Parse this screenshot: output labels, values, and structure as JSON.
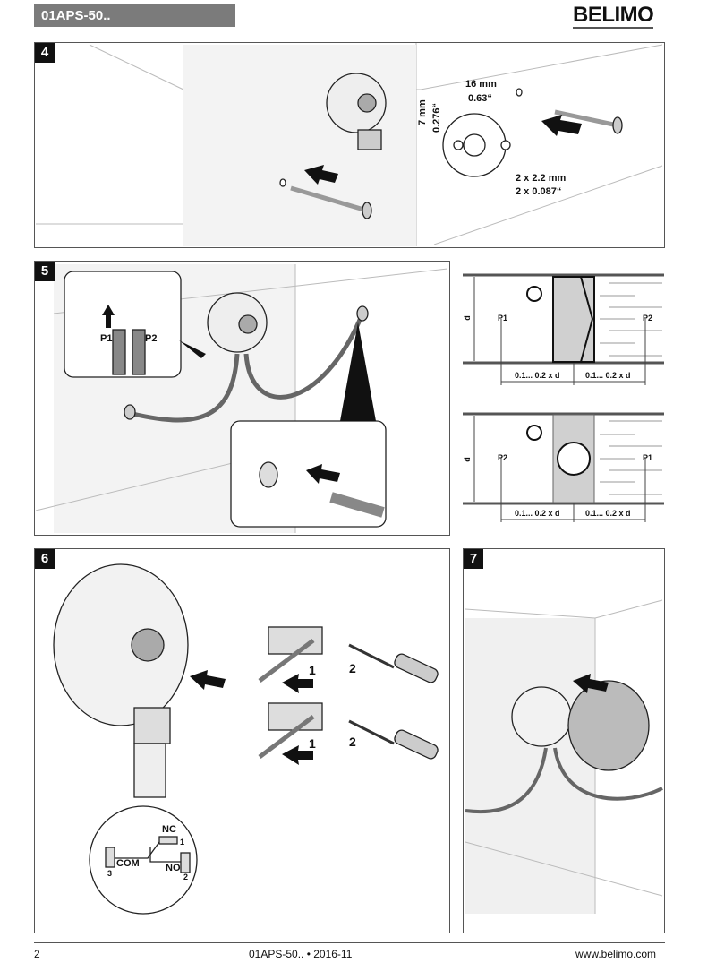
{
  "header": {
    "title": "01APS-50..",
    "logo": "BELIMO"
  },
  "steps": [
    {
      "number": "4",
      "dimensions": {
        "width_mm": "16 mm",
        "width_in": "0.63“",
        "height_mm": "7 mm",
        "height_in": "0.276“",
        "hole_mm": "2 x 2.2 mm",
        "hole_in": "2 x 0.087“"
      }
    },
    {
      "number": "5",
      "inset_labels": [
        "P1",
        "P2"
      ]
    },
    {
      "number": "6",
      "callouts": [
        "1",
        "2",
        "1",
        "2"
      ],
      "terminals": {
        "nc": "NC",
        "no": "NO",
        "com": "COM",
        "t1": "1",
        "t2": "2",
        "t3": "3"
      }
    },
    {
      "number": "7"
    }
  ],
  "duct_diagrams": [
    {
      "height_label": "d",
      "left_port": "P1",
      "right_port": "P2",
      "distance_left": "0.1... 0.2 x d",
      "distance_right": "0.1... 0.2 x d",
      "element": "filter"
    },
    {
      "height_label": "d",
      "left_port": "P2",
      "right_port": "P1",
      "distance_left": "0.1... 0.2 x d",
      "distance_right": "0.1... 0.2 x d",
      "element": "fan"
    }
  ],
  "footer": {
    "page": "2",
    "doc": "01APS-50.. • 2016-11",
    "url": "www.belimo.com"
  },
  "colors": {
    "header_bg": "#7b7b7b",
    "panel_border": "#555555",
    "duct_fill": "#d0d0d0"
  }
}
